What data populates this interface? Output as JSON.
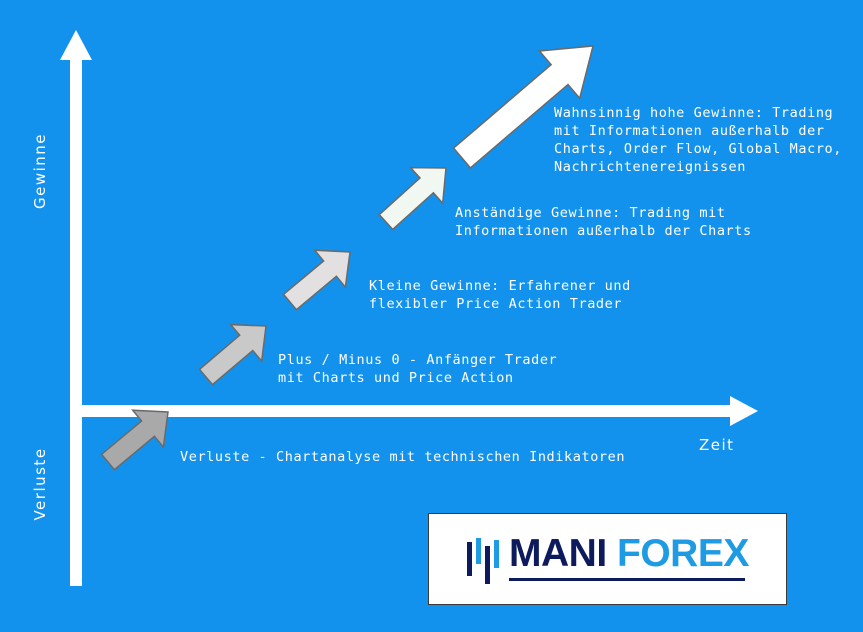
{
  "axes": {
    "y_top_label": "Gewinne",
    "y_bottom_label": "Verluste",
    "x_label": "Zeit"
  },
  "steps": [
    {
      "lines": [
        "Verluste  - Chartanalyse mit technischen Indikatoren"
      ]
    },
    {
      "lines": [
        "Plus / Minus 0 - Anfänger Trader",
        "mit Charts und Price Action"
      ]
    },
    {
      "lines": [
        "Kleine Gewinne: Erfahrener und",
        "flexibler Price Action Trader"
      ]
    },
    {
      "lines": [
        "Anständige Gewinne: Trading mit",
        "Informationen außerhalb der Charts"
      ]
    },
    {
      "lines": [
        "Wahnsinnig hohe Gewinne: Trading",
        "mit Informationen außerhalb der",
        "Charts, Order Flow, Global Macro,",
        "Nachrichtenereignissen"
      ]
    }
  ],
  "logo": {
    "word1": "MANI",
    "word2": "FOREX",
    "color1": "#0d1b5c",
    "color2": "#1f9be3"
  },
  "colors": {
    "background": "#1292ec",
    "axis": "#ffffff",
    "arrow_fills": [
      "#a9a9a9",
      "#c9c9c9",
      "#e2e0e0",
      "#f1f8f2",
      "#ffffff"
    ]
  }
}
